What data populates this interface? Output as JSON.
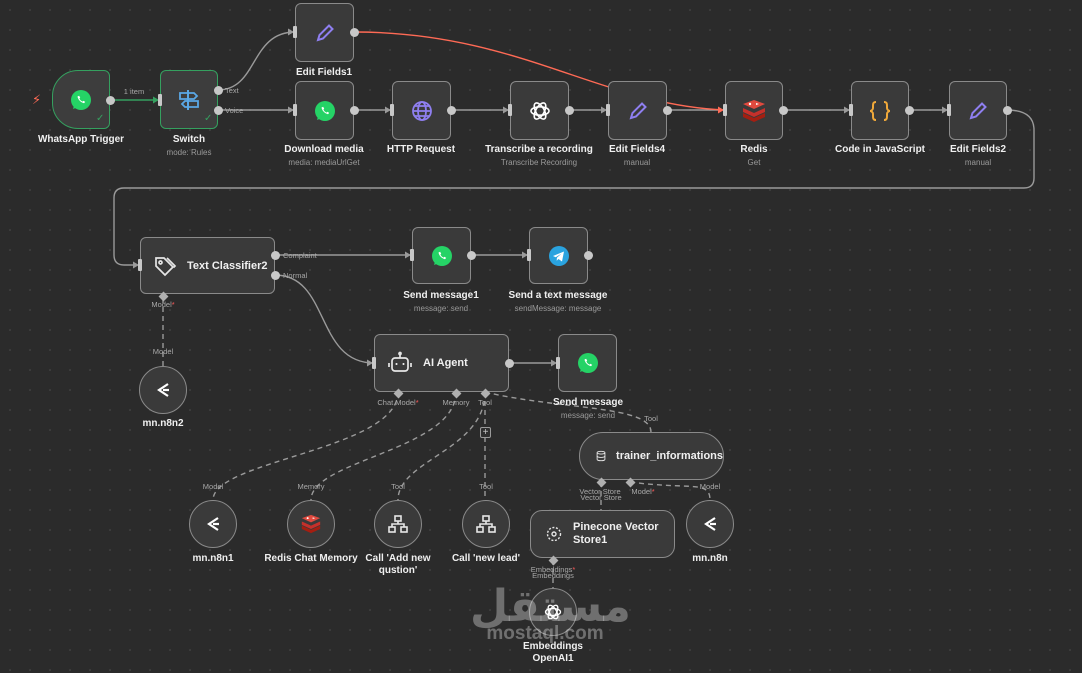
{
  "colors": {
    "node_bg": "#3a3a3a",
    "node_border": "#8a8a8a",
    "active_border": "#35a05f",
    "whatsapp": "#25d366",
    "telegram": "#2aa3df",
    "redis": "#d0312d",
    "openai": "#ffffff",
    "edge": "#9a9a9a",
    "edge_active": "#ff6a55",
    "canvas_bg": "#2b2b2b"
  },
  "nodes": {
    "whatsapp_trigger": {
      "title": "WhatsApp Trigger",
      "icon": "whatsapp-icon"
    },
    "switch": {
      "title": "Switch",
      "subtitle": "mode: Rules",
      "icon": "signpost-icon",
      "outputs": [
        "Text",
        "Voice"
      ]
    },
    "edit_fields1": {
      "title": "Edit Fields1",
      "subtitle": "manual",
      "icon": "pen-icon"
    },
    "download_media": {
      "title": "Download media",
      "subtitle": "media: mediaUrlGet",
      "icon": "whatsapp-icon"
    },
    "http_request": {
      "title": "HTTP Request",
      "icon": "globe-icon"
    },
    "transcribe": {
      "title": "Transcribe a recording",
      "subtitle": "Transcribe Recording",
      "icon": "openai-icon"
    },
    "edit_fields4": {
      "title": "Edit Fields4",
      "subtitle": "manual",
      "icon": "pen-icon"
    },
    "redis": {
      "title": "Redis",
      "subtitle": "Get",
      "icon": "redis-icon"
    },
    "code_js": {
      "title": "Code in JavaScript",
      "icon": "braces-icon"
    },
    "edit_fields2": {
      "title": "Edit Fields2",
      "subtitle": "manual",
      "icon": "pen-icon"
    },
    "text_classifier": {
      "title": "Text Classifier2",
      "icon": "tag-icon",
      "outputs": [
        "Complaint",
        "Normal"
      ],
      "model_label": "Model"
    },
    "send_message1": {
      "title": "Send message1",
      "subtitle": "message: send",
      "icon": "whatsapp-icon"
    },
    "telegram": {
      "title": "Send a text message",
      "subtitle": "sendMessage: message",
      "icon": "telegram-icon"
    },
    "ai_agent": {
      "title": "AI Agent",
      "icon": "robot-icon",
      "ports": [
        "Chat Model",
        "Memory",
        "Tool"
      ]
    },
    "send_message": {
      "title": "Send message",
      "subtitle": "message: send",
      "icon": "whatsapp-icon"
    },
    "trainer_informations": {
      "title": "trainer_informations",
      "icon": "database-icon",
      "top_label": "Tool",
      "ports": [
        "Vector Store",
        "Model"
      ]
    },
    "pinecone": {
      "title": "Pinecone Vector Store1",
      "icon": "pinecone-icon",
      "top_label": "Vector Store",
      "ports": [
        "Embeddings"
      ]
    },
    "mn_n8n2": {
      "title": "mn.n8n2",
      "top_label": "Model",
      "icon": "n8n-model-icon"
    },
    "mn_n8n1": {
      "title": "mn.n8n1",
      "top_label": "Model",
      "icon": "n8n-model-icon"
    },
    "redis_memory": {
      "title": "Redis Chat Memory",
      "top_label": "Memory",
      "icon": "redis-icon"
    },
    "call_add": {
      "title": "Call 'Add new qustion'",
      "top_label": "Tool",
      "icon": "sitemap-icon"
    },
    "call_lead": {
      "title": "Call 'new lead'",
      "top_label": "Tool",
      "icon": "sitemap-icon"
    },
    "mn_n8n": {
      "title": "mn.n8n",
      "top_label": "Model",
      "icon": "n8n-model-icon"
    },
    "embeddings": {
      "title": "Embeddings OpenAI1",
      "top_label": "Embeddings",
      "icon": "openai-icon"
    }
  },
  "edges": {
    "trigger_to_switch": "1 item"
  },
  "watermark": {
    "arabic": "مستقل",
    "latin": "mostaql.com"
  }
}
